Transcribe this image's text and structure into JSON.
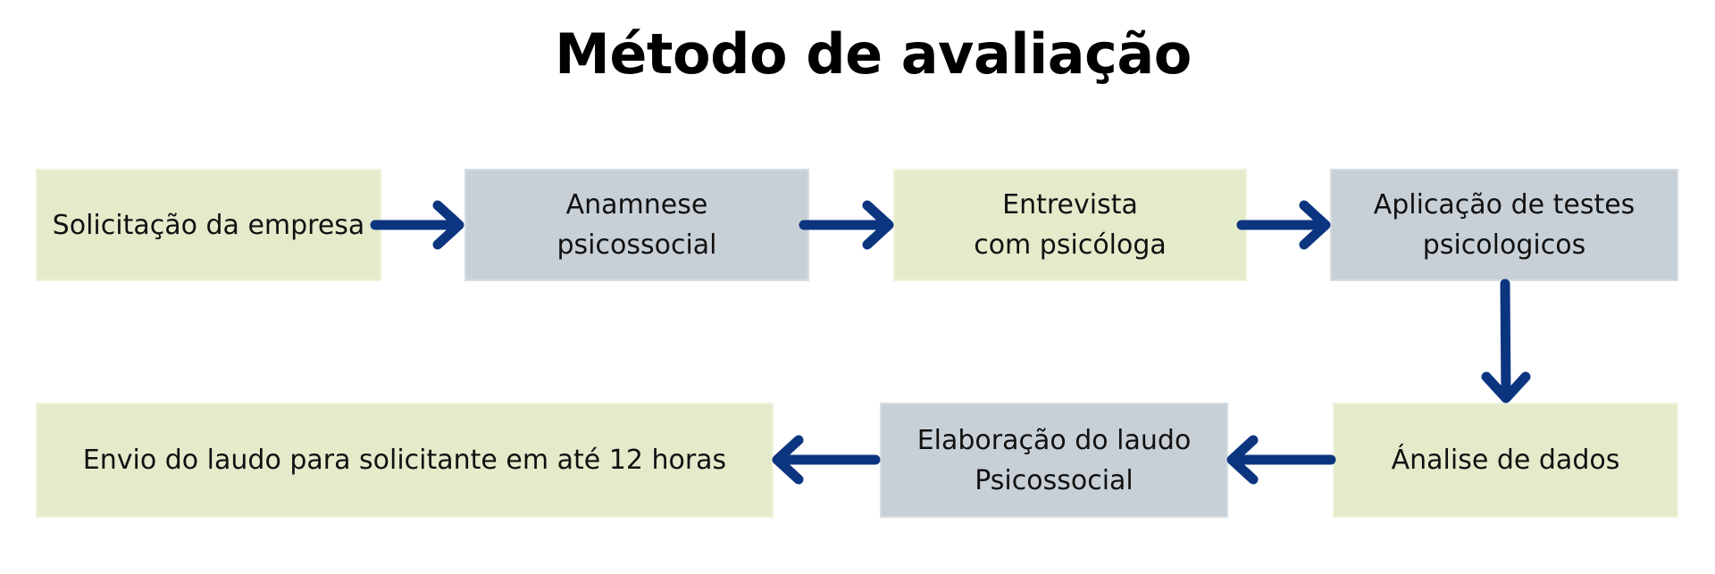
{
  "title": "Método de avaliação",
  "colors": {
    "green_box": "#e4ebcb",
    "gray_box": "#c8d0d7",
    "arrow": "#0c3580"
  },
  "steps": [
    {
      "label": "Solicitação da empresa"
    },
    {
      "label": "Anamnese\npsicossocial"
    },
    {
      "label": "Entrevista\ncom psicóloga"
    },
    {
      "label": "Aplicação de testes\npsicologicos"
    },
    {
      "label": "Ánalise de dados"
    },
    {
      "label": "Elaboração do laudo\nPsicossocial"
    },
    {
      "label": "Envio do laudo para solicitante em até 12 horas"
    }
  ]
}
